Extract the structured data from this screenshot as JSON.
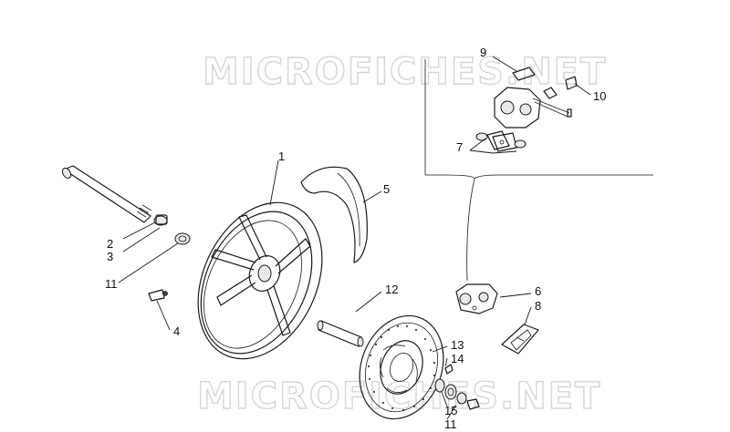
{
  "watermark": {
    "top": "MICROFICHES.NET",
    "bottom": "MICROFICHES.NET"
  },
  "callouts": [
    {
      "id": "c1",
      "text": "1"
    },
    {
      "id": "c2",
      "text": "2"
    },
    {
      "id": "c3",
      "text": "3"
    },
    {
      "id": "c4",
      "text": "4"
    },
    {
      "id": "c5",
      "text": "5"
    },
    {
      "id": "c6",
      "text": "6"
    },
    {
      "id": "c7",
      "text": "7"
    },
    {
      "id": "c8",
      "text": "8"
    },
    {
      "id": "c9",
      "text": "9"
    },
    {
      "id": "c10",
      "text": "10"
    },
    {
      "id": "c11a",
      "text": "11"
    },
    {
      "id": "c11b",
      "text": "11"
    },
    {
      "id": "c12",
      "text": "12"
    },
    {
      "id": "c13",
      "text": "13"
    },
    {
      "id": "c14",
      "text": "14"
    },
    {
      "id": "c15",
      "text": "15"
    }
  ]
}
